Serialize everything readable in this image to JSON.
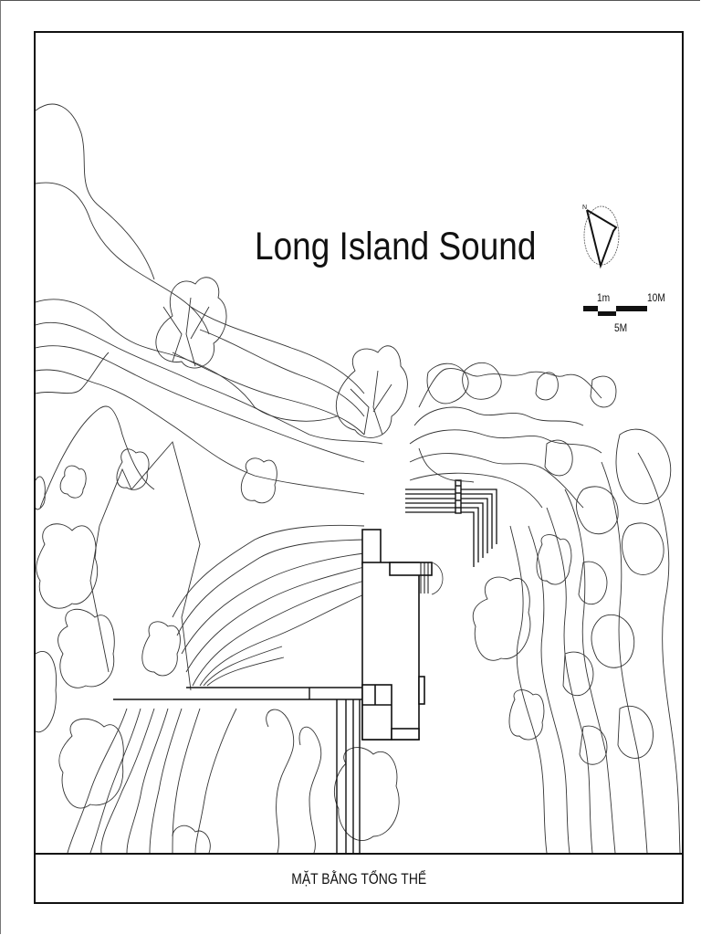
{
  "drawing": {
    "title": "Long Island Sound",
    "caption": "MẶT BẰNG TỔNG THỂ",
    "north_arrow": {
      "icon": "north-arrow-icon",
      "label": "N"
    },
    "scale_bar": {
      "label_small": "1m",
      "label_large": "10M",
      "label_mid": "5M"
    },
    "colors": {
      "line": "#222222",
      "border": "#111111",
      "background": "#ffffff"
    }
  }
}
